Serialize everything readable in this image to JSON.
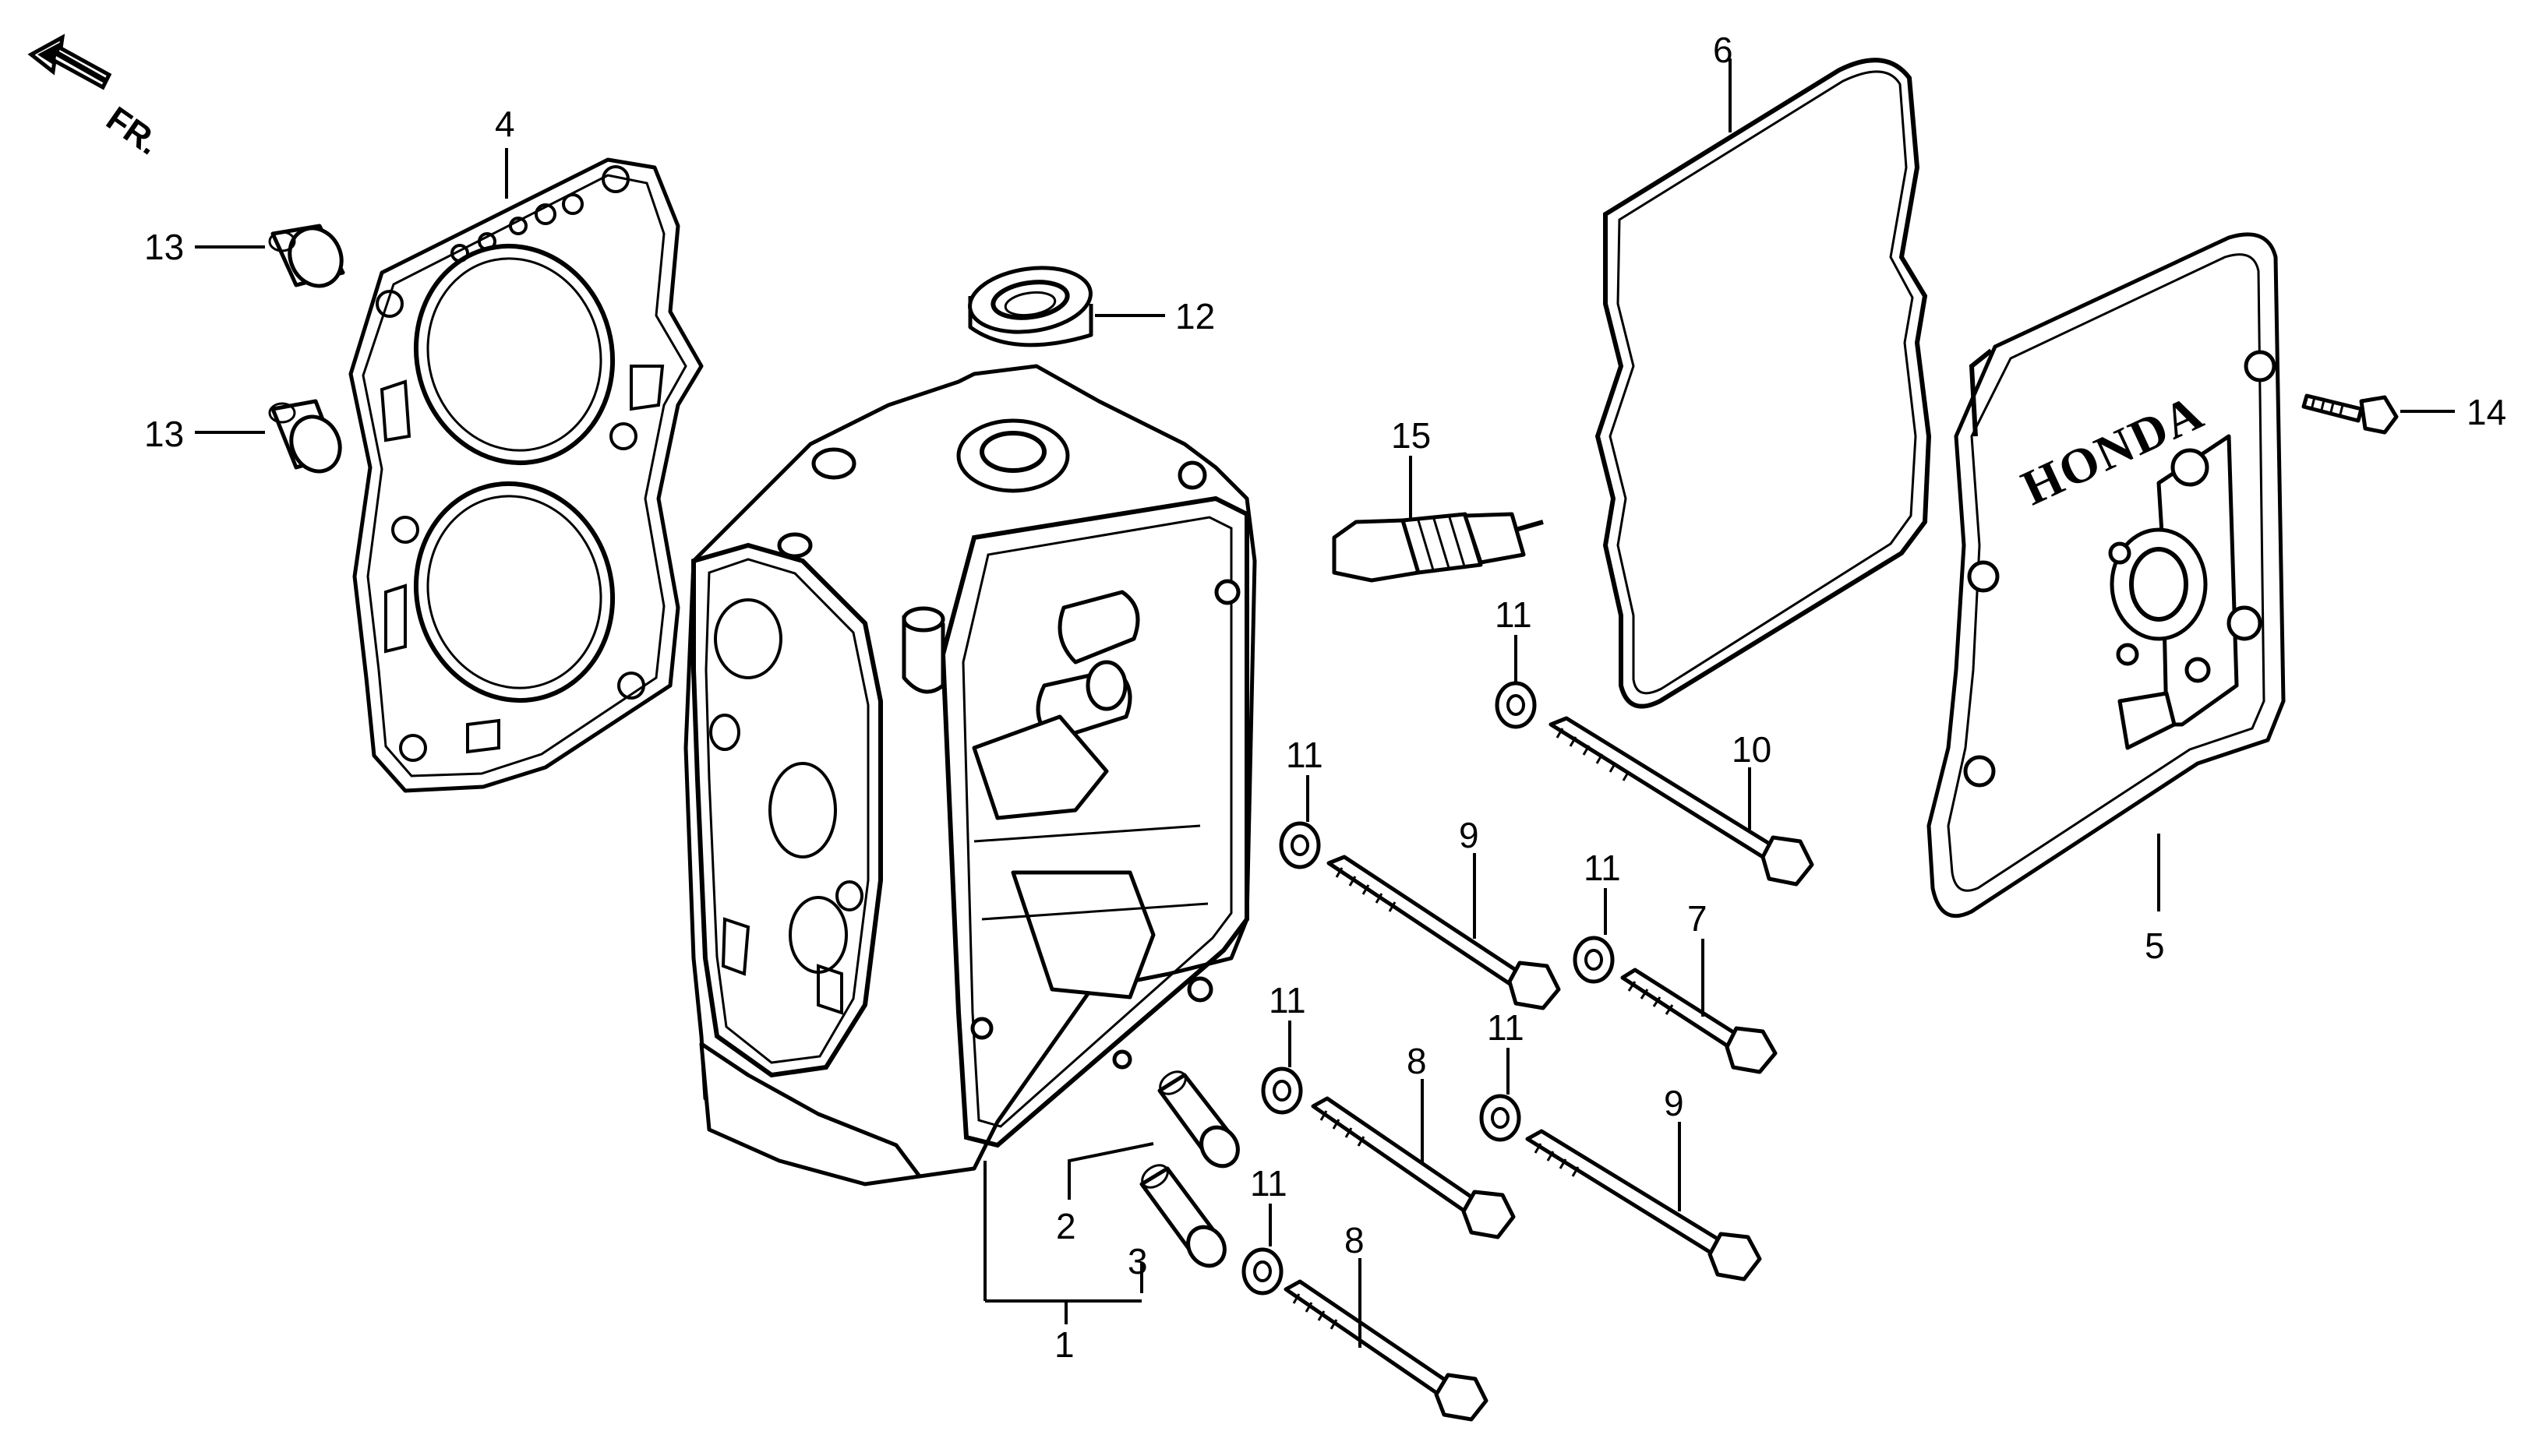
{
  "direction_label": "FR.",
  "brand_text": "HONDA",
  "callouts": {
    "c1": "1",
    "c2": "2",
    "c3": "3",
    "c4": "4",
    "c5": "5",
    "c6": "6",
    "c7": "7",
    "c8a": "8",
    "c8b": "8",
    "c9a": "9",
    "c9b": "9",
    "c10": "10",
    "c11a": "11",
    "c11b": "11",
    "c11c": "11",
    "c11d": "11",
    "c11e": "11",
    "c11f": "11",
    "c12": "12",
    "c13a": "13",
    "c13b": "13",
    "c14": "14",
    "c15": "15"
  }
}
